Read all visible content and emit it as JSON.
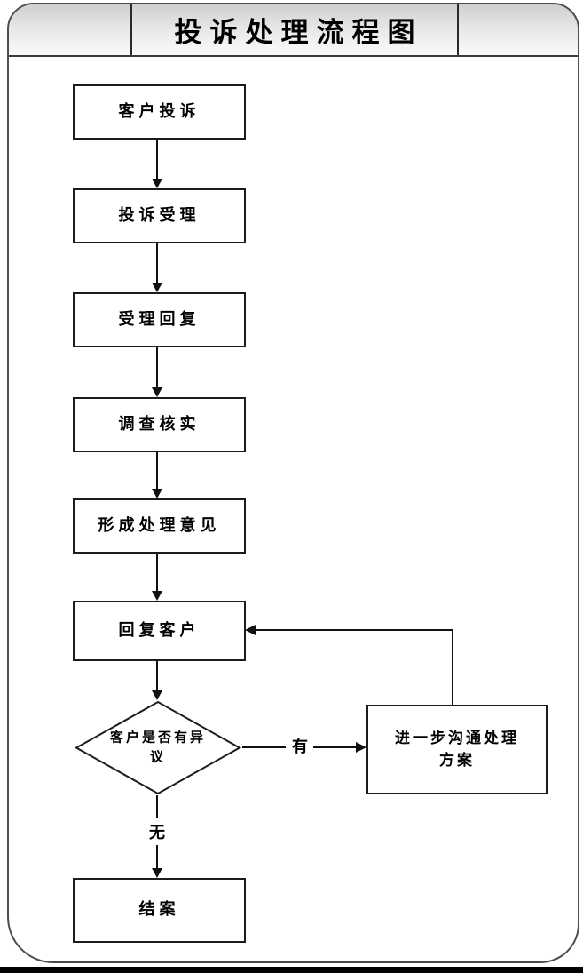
{
  "title": "投诉处理流程图",
  "flowchart": {
    "nodes": [
      {
        "id": "customer-complaint",
        "type": "process",
        "label": "客户投诉"
      },
      {
        "id": "complaint-acceptance",
        "type": "process",
        "label": "投诉受理"
      },
      {
        "id": "acceptance-reply",
        "type": "process",
        "label": "受理回复"
      },
      {
        "id": "investigation",
        "type": "process",
        "label": "调查核实"
      },
      {
        "id": "form-opinion",
        "type": "process",
        "label": "形成处理意见"
      },
      {
        "id": "reply-customer",
        "type": "process",
        "label": "回复客户"
      },
      {
        "id": "objection-decision",
        "type": "decision",
        "label": "客户是否有异议"
      },
      {
        "id": "further-communication",
        "type": "process",
        "label": "进一步沟通处理方案"
      },
      {
        "id": "close-case",
        "type": "process",
        "label": "结案"
      }
    ],
    "edge_labels": {
      "yes": "有",
      "no": "无"
    },
    "colors": {
      "line": "#111111",
      "box_border": "#1c1c1c",
      "frame_border": "#4d4d4d",
      "header_gradient_top": "#cfcfcf",
      "bottom_bar": "#000000"
    }
  }
}
